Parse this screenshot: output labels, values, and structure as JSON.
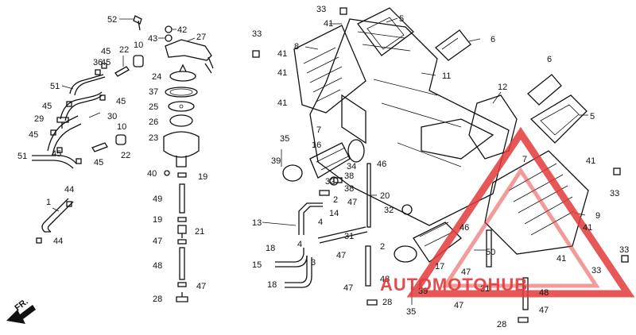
{
  "diagram": {
    "callouts": [
      {
        "id": "c52",
        "text": "52"
      },
      {
        "id": "c42",
        "text": "42"
      },
      {
        "id": "c43",
        "text": "43"
      },
      {
        "id": "c27",
        "text": "27"
      },
      {
        "id": "c10a",
        "text": "10"
      },
      {
        "id": "c45a",
        "text": "45"
      },
      {
        "id": "c22a",
        "text": "22"
      },
      {
        "id": "c36",
        "text": "36"
      },
      {
        "id": "c45b",
        "text": "45"
      },
      {
        "id": "c51a",
        "text": "51"
      },
      {
        "id": "c24",
        "text": "24"
      },
      {
        "id": "c37",
        "text": "37"
      },
      {
        "id": "c45c",
        "text": "45"
      },
      {
        "id": "c25",
        "text": "25"
      },
      {
        "id": "c45d",
        "text": "45"
      },
      {
        "id": "c29",
        "text": "29"
      },
      {
        "id": "c30",
        "text": "30"
      },
      {
        "id": "c26",
        "text": "26"
      },
      {
        "id": "c45e",
        "text": "45"
      },
      {
        "id": "c10b",
        "text": "10"
      },
      {
        "id": "c23",
        "text": "23"
      },
      {
        "id": "c45f",
        "text": "45"
      },
      {
        "id": "c22b",
        "text": "22"
      },
      {
        "id": "c51b",
        "text": "51"
      },
      {
        "id": "c45g",
        "text": "45"
      },
      {
        "id": "c40",
        "text": "40"
      },
      {
        "id": "c19a",
        "text": "19"
      },
      {
        "id": "c1",
        "text": "1"
      },
      {
        "id": "c44a",
        "text": "44"
      },
      {
        "id": "c49",
        "text": "49"
      },
      {
        "id": "c19b",
        "text": "19"
      },
      {
        "id": "c21",
        "text": "21"
      },
      {
        "id": "c44b",
        "text": "44"
      },
      {
        "id": "c47a",
        "text": "47"
      },
      {
        "id": "c48a",
        "text": "48"
      },
      {
        "id": "c47b",
        "text": "47"
      },
      {
        "id": "c28a",
        "text": "28"
      },
      {
        "id": "c33a",
        "text": "33"
      },
      {
        "id": "c41a",
        "text": "41"
      },
      {
        "id": "c5a",
        "text": "5"
      },
      {
        "id": "c33b",
        "text": "33"
      },
      {
        "id": "c8",
        "text": "8"
      },
      {
        "id": "c6a",
        "text": "6"
      },
      {
        "id": "c41b",
        "text": "41"
      },
      {
        "id": "c11",
        "text": "11"
      },
      {
        "id": "c41c",
        "text": "41"
      },
      {
        "id": "c41d",
        "text": "41"
      },
      {
        "id": "c6b",
        "text": "6"
      },
      {
        "id": "c12",
        "text": "12"
      },
      {
        "id": "c7a",
        "text": "7"
      },
      {
        "id": "c5b",
        "text": "5"
      },
      {
        "id": "c35a",
        "text": "35"
      },
      {
        "id": "c16",
        "text": "16"
      },
      {
        "id": "c39a",
        "text": "39"
      },
      {
        "id": "c34",
        "text": "34"
      },
      {
        "id": "c46a",
        "text": "46"
      },
      {
        "id": "c32a",
        "text": "32"
      },
      {
        "id": "c38a",
        "text": "38"
      },
      {
        "id": "c20",
        "text": "20"
      },
      {
        "id": "c38b",
        "text": "38"
      },
      {
        "id": "c2a",
        "text": "2"
      },
      {
        "id": "c7b",
        "text": "7"
      },
      {
        "id": "c41e",
        "text": "41"
      },
      {
        "id": "c33c",
        "text": "33"
      },
      {
        "id": "c13",
        "text": "13"
      },
      {
        "id": "c4a",
        "text": "4"
      },
      {
        "id": "c14",
        "text": "14"
      },
      {
        "id": "c47c",
        "text": "47"
      },
      {
        "id": "c32b",
        "text": "32"
      },
      {
        "id": "c9",
        "text": "9"
      },
      {
        "id": "c18a",
        "text": "18"
      },
      {
        "id": "c4b",
        "text": "4"
      },
      {
        "id": "c31a",
        "text": "31"
      },
      {
        "id": "c2b",
        "text": "2"
      },
      {
        "id": "c46b",
        "text": "46"
      },
      {
        "id": "c41f",
        "text": "41"
      },
      {
        "id": "c15",
        "text": "15"
      },
      {
        "id": "c3",
        "text": "3"
      },
      {
        "id": "c47d",
        "text": "47"
      },
      {
        "id": "c17",
        "text": "17"
      },
      {
        "id": "c50",
        "text": "50"
      },
      {
        "id": "c41g",
        "text": "41"
      },
      {
        "id": "c33d",
        "text": "33"
      },
      {
        "id": "c33e",
        "text": "33"
      },
      {
        "id": "c18b",
        "text": "18"
      },
      {
        "id": "c48b",
        "text": "48"
      },
      {
        "id": "c47e",
        "text": "47"
      },
      {
        "id": "c39b",
        "text": "39"
      },
      {
        "id": "c31b",
        "text": "31"
      },
      {
        "id": "c47f",
        "text": "47"
      },
      {
        "id": "c28b",
        "text": "28"
      },
      {
        "id": "c35b",
        "text": "35"
      },
      {
        "id": "c47g",
        "text": "47"
      },
      {
        "id": "c48c",
        "text": "48"
      },
      {
        "id": "c47h",
        "text": "47"
      },
      {
        "id": "c28c",
        "text": "28"
      }
    ],
    "direction_label": "FR.",
    "watermark": {
      "text": "AUTOMOTOHUB",
      "color": "#e23a3a"
    }
  }
}
